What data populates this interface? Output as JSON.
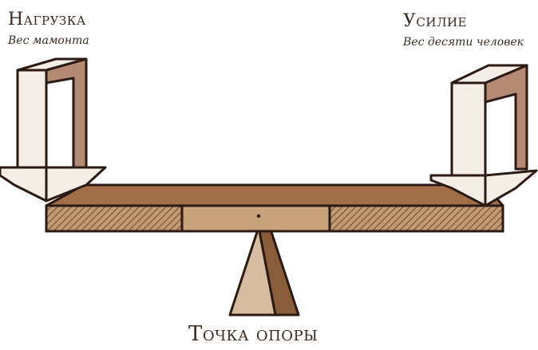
{
  "labels": {
    "load_title": "Нагрузка",
    "load_subtitle": "Вес мамонта",
    "effort_title": "Усилие",
    "effort_subtitle": "Вес десяти человек",
    "fulcrum": "Точка опоры"
  },
  "colors": {
    "ink": "#3b2a20",
    "arrow_face": "#f3eee6",
    "arrow_side": "#b58a73",
    "beam_top": "#a06f4a",
    "beam_front": "#c7a27a",
    "beam_hatch": "#7a5a3a",
    "fulcrum_face": "#d7bca0",
    "fulcrum_side": "#8a5d3a"
  }
}
